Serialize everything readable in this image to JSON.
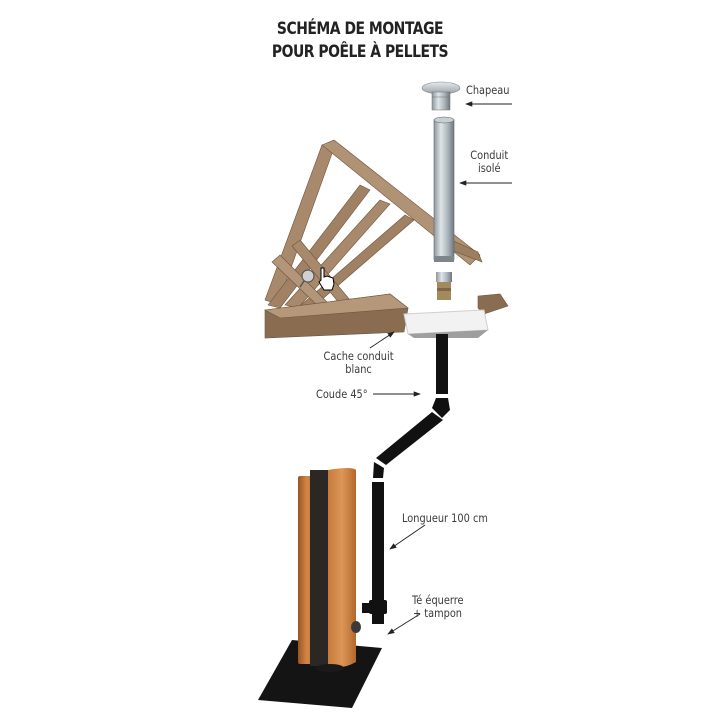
{
  "title": {
    "line1": "SCHÉMA DE MONTAGE",
    "line2": "POUR POÊLE À PELLETS"
  },
  "labels": {
    "chapeau": "Chapeau",
    "conduit_isole_1": "Conduit",
    "conduit_isole_2": "isolé",
    "cache_conduit_1": "Cache conduit",
    "cache_conduit_2": "blanc",
    "coude": "Coude 45°",
    "longueur": "Longueur 100 cm",
    "te_equerre_1": "Té équerre",
    "te_equerre_2": "+ tampon"
  },
  "colors": {
    "wood": "#a8896b",
    "wood_dark": "#7d6248",
    "steel": "#b7c0c6",
    "pipe_black": "#111111",
    "stove_orange": "#c8783a",
    "stove_dark": "#2a2624",
    "base_black": "#151515"
  },
  "cursor": {
    "icon": "hand-pointer-icon",
    "magnifier": "magnifier-icon"
  }
}
